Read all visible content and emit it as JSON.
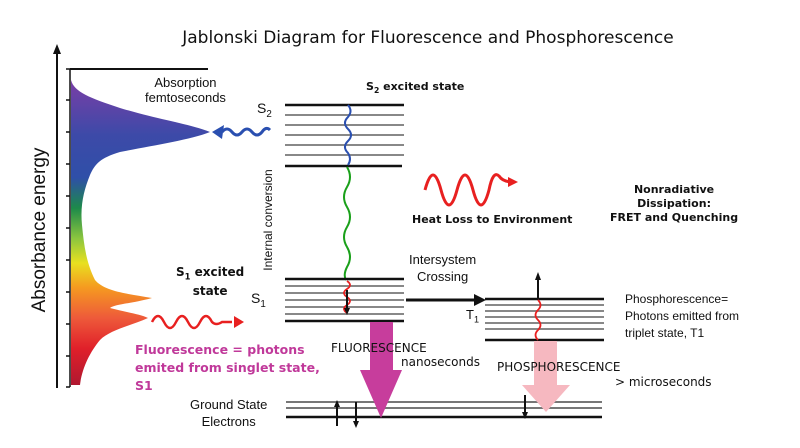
{
  "title": "Jablonski Diagram for Fluorescence  and Phosphorescence",
  "y_axis_label": "Absorbance energy",
  "absorption": {
    "line1": "Absorption",
    "line2": "femtoseconds"
  },
  "s2_excited_state": {
    "label": "S",
    "sub": "2",
    "suffix": " excited state"
  },
  "s2_level": {
    "label": "S",
    "sub": "2"
  },
  "s1_excited_state": {
    "label": "S",
    "sub": "1",
    "line1_suffix": " excited",
    "line2": "state"
  },
  "s1_level": {
    "label": "S",
    "sub": "1"
  },
  "t1_level": {
    "label": "T",
    "sub": "1"
  },
  "internal_conversion": "Internal conversion",
  "heat_loss": "Heat Loss to Environment",
  "nonradiative": {
    "line1": "Nonradiative",
    "line2": "Dissipation:",
    "line3": "FRET and Quenching"
  },
  "intersystem": {
    "line1": "Intersystem",
    "line2": "Crossing"
  },
  "phosphorescence_def": {
    "line1": "Phosphorescence=",
    "line2": "Photons emitted from",
    "line3": "triplet state, T1"
  },
  "fluorescence_def": {
    "line1": "Fluorescence = photons",
    "line2": "emited from singlet state,",
    "line3": "S1"
  },
  "fluorescence_arrow": {
    "label": "FLUORESCENCE",
    "time": "nanoseconds"
  },
  "phosphorescence_arrow": {
    "label": "PHOSPHORESCENCE",
    "time": "> microseconds"
  },
  "ground_state": {
    "line1": "Ground State",
    "line2": "Electrons"
  },
  "colors": {
    "absorption_wave": "#2a4fb0",
    "internal_conversion_wave": "#1aa01a",
    "vibrational_relaxation": "#e82020",
    "heat_wave": "#e82020",
    "fluorescence_arrow": "#c73d9c",
    "phosphorescence_arrow": "#f6b8c0",
    "fluorescence_text": "#c0399a"
  }
}
